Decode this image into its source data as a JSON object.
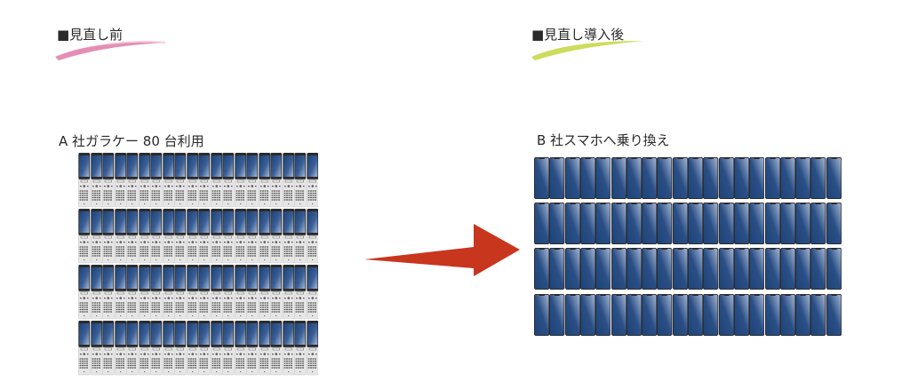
{
  "before": {
    "heading": "■見直し前",
    "brush_color": "#e07aa8",
    "label": "A 社ガラケー 80 台利用",
    "device_type": "feature-phone",
    "rows": 4,
    "per_row": 20,
    "total": 80
  },
  "after": {
    "heading": "■見直し導入後",
    "brush_color": "#c8d84a",
    "label": "B 社スマホへ乗り換え",
    "device_type": "smartphone",
    "rows": 4,
    "per_row": 20,
    "total": 80
  },
  "arrow": {
    "icon": "right-arrow-icon",
    "color": "#c8361e"
  },
  "colors": {
    "screen_dark": "#1e4377",
    "screen_light": "#a9b9d6",
    "phone_body": "#e6e6e6",
    "phone_frame": "#2b2b2b"
  }
}
